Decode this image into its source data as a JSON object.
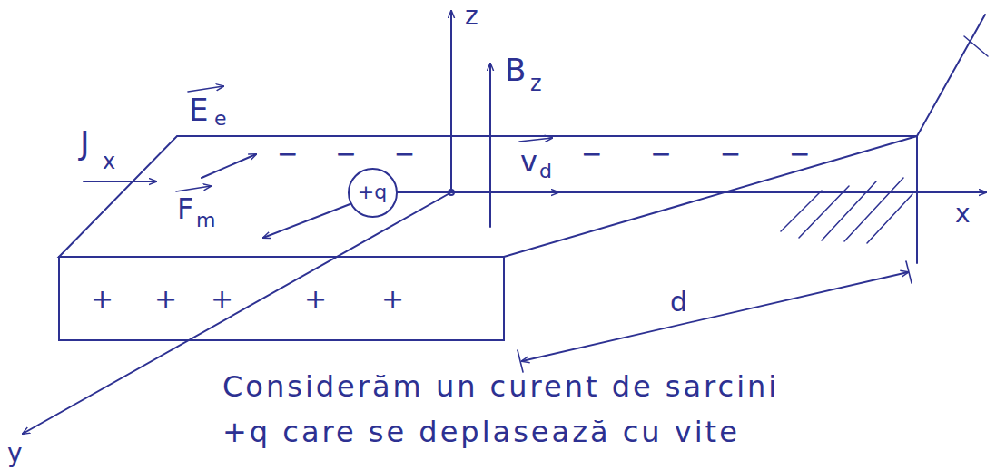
{
  "diagram": {
    "nodes": [
      {
        "text": [
          "+q"
        ]
      }
    ],
    "labels": [
      "J",
      "x",
      "E",
      "e",
      "F",
      "m",
      "z",
      "B",
      "z",
      "v",
      "d",
      "x",
      "− − −",
      "− − − −",
      "+",
      "+",
      "+",
      "+",
      "+",
      "d",
      "y",
      "Considerăm un curent de sarcini",
      "+q care se deplasează cu vite"
    ]
  }
}
